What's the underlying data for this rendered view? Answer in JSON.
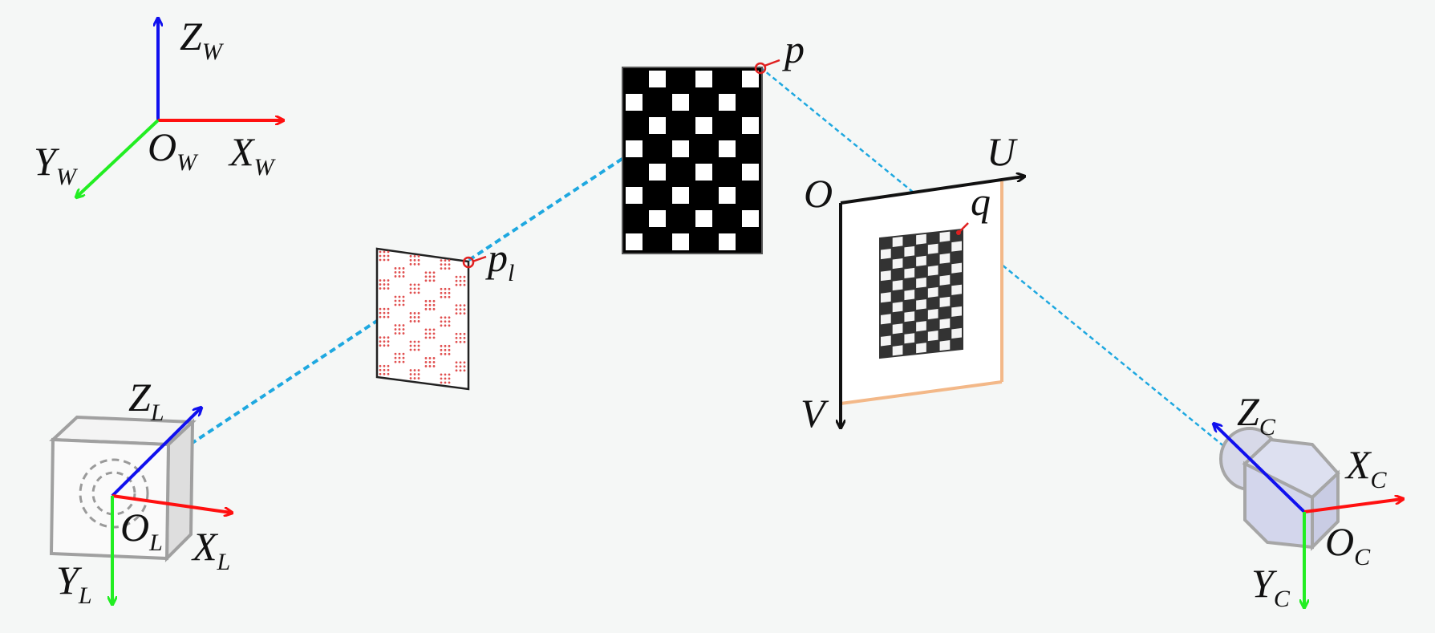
{
  "world_frame": {
    "origin": "O",
    "origin_sub": "W",
    "x": "X",
    "x_sub": "W",
    "y": "Y",
    "y_sub": "W",
    "z": "Z",
    "z_sub": "W"
  },
  "laser_frame": {
    "origin": "O",
    "origin_sub": "L",
    "x": "X",
    "x_sub": "L",
    "y": "Y",
    "y_sub": "L",
    "z": "Z",
    "z_sub": "L"
  },
  "camera_frame": {
    "origin": "O",
    "origin_sub": "C",
    "x": "X",
    "x_sub": "C",
    "y": "Y",
    "y_sub": "C",
    "z": "Z",
    "z_sub": "C"
  },
  "image_plane": {
    "origin": "O",
    "u_axis": "U",
    "v_axis": "V"
  },
  "points": {
    "p": "p",
    "pl": "p",
    "pl_sub": "l",
    "q": "q"
  },
  "colors": {
    "x_axis": "#ff1010",
    "y_axis": "#22ee22",
    "z_axis": "#1010ee",
    "ray": "#1ea8e0",
    "point_marker": "#e02020",
    "image_plane_edge": "#f3b888",
    "pattern_red": "#e05050"
  }
}
